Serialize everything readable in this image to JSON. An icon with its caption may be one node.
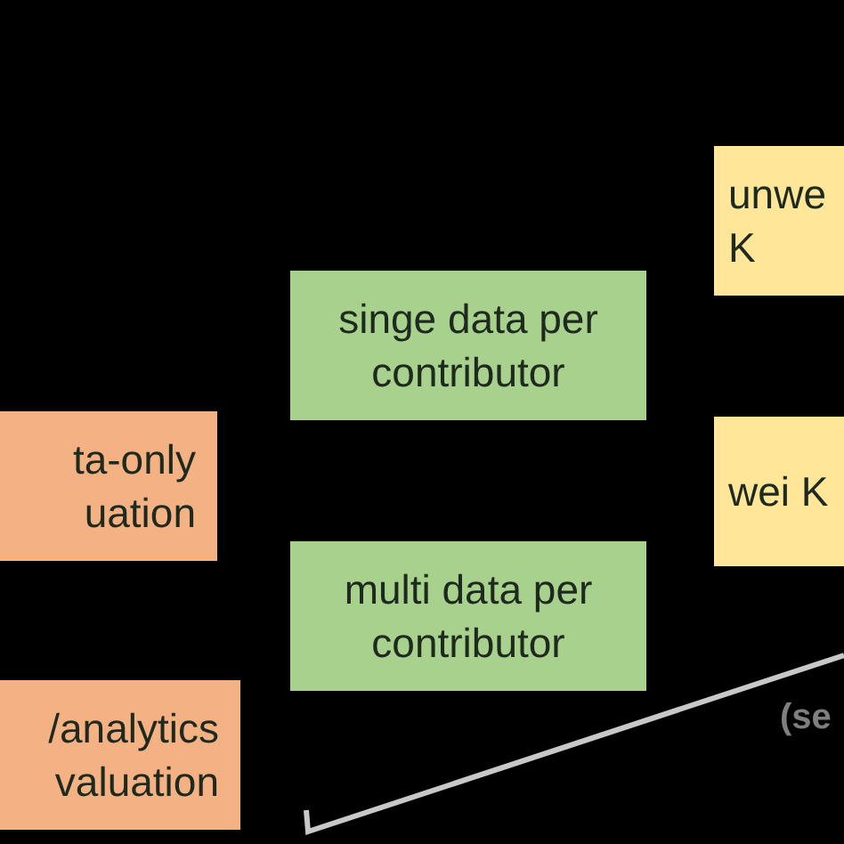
{
  "diagram": {
    "nodes": [
      {
        "text": [
          "singe data per contributor"
        ]
      },
      {
        "text": [
          "multi data per contributor"
        ]
      },
      {
        "text": [
          "ta-only uation"
        ]
      },
      {
        "text": [
          "/analytics valuation"
        ]
      },
      {
        "text": [
          "unwe K"
        ]
      },
      {
        "text": [
          "wei K"
        ]
      }
    ],
    "labels": [
      "(se"
    ]
  }
}
